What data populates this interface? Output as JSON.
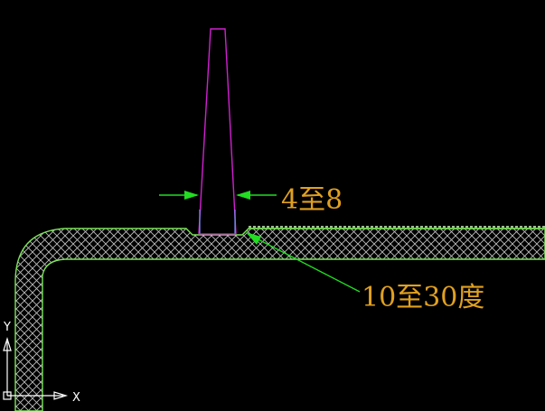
{
  "drawing": {
    "dimension_width": "4至8",
    "dimension_angle": "10至30度",
    "axis_x": "X",
    "axis_y": "Y"
  },
  "colors": {
    "background": "#000000",
    "shell_outline": "#7CE35A",
    "hatch": "#BDBDBD",
    "rib": "#D020D0",
    "rib_inner": "#8090FF",
    "dimension_arrow": "#22DD22",
    "annotation_text": "#E0A020",
    "axis": "#FFFFFF"
  }
}
